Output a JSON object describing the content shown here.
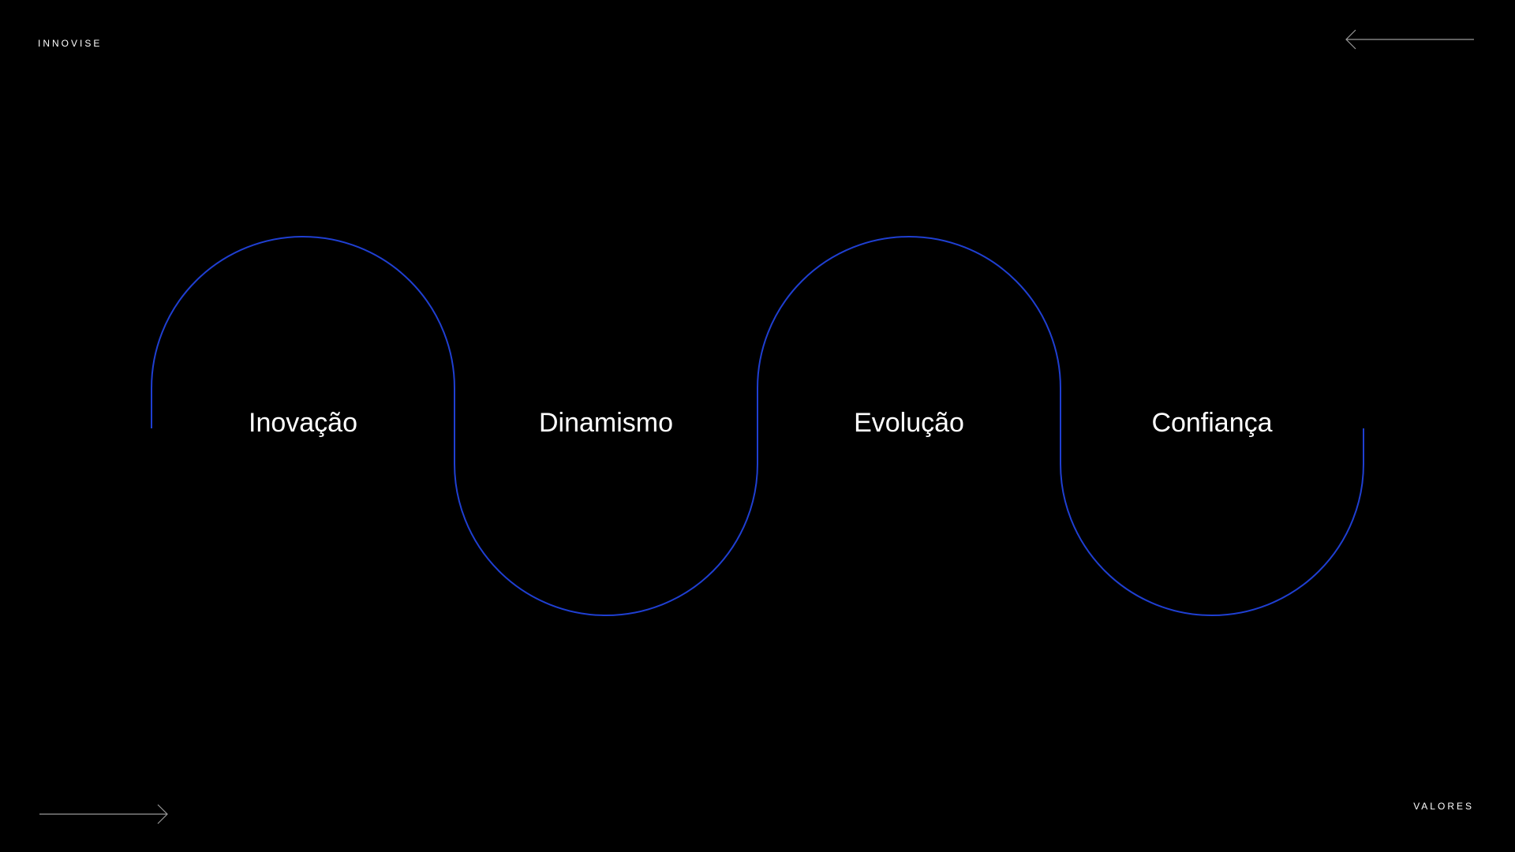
{
  "header": {
    "brand": "INNOVISE"
  },
  "footer": {
    "section_label": "VALORES"
  },
  "navigation": {
    "previous_icon": "arrow-left-icon",
    "next_icon": "arrow-right-icon"
  },
  "values": [
    {
      "label": "Inovação"
    },
    {
      "label": "Dinamismo"
    },
    {
      "label": "Evolução"
    },
    {
      "label": "Confiança"
    }
  ],
  "colors": {
    "background": "#000000",
    "text": "#ffffff",
    "wave": "#1f3fd1",
    "arrows": "#9a9a9a"
  }
}
